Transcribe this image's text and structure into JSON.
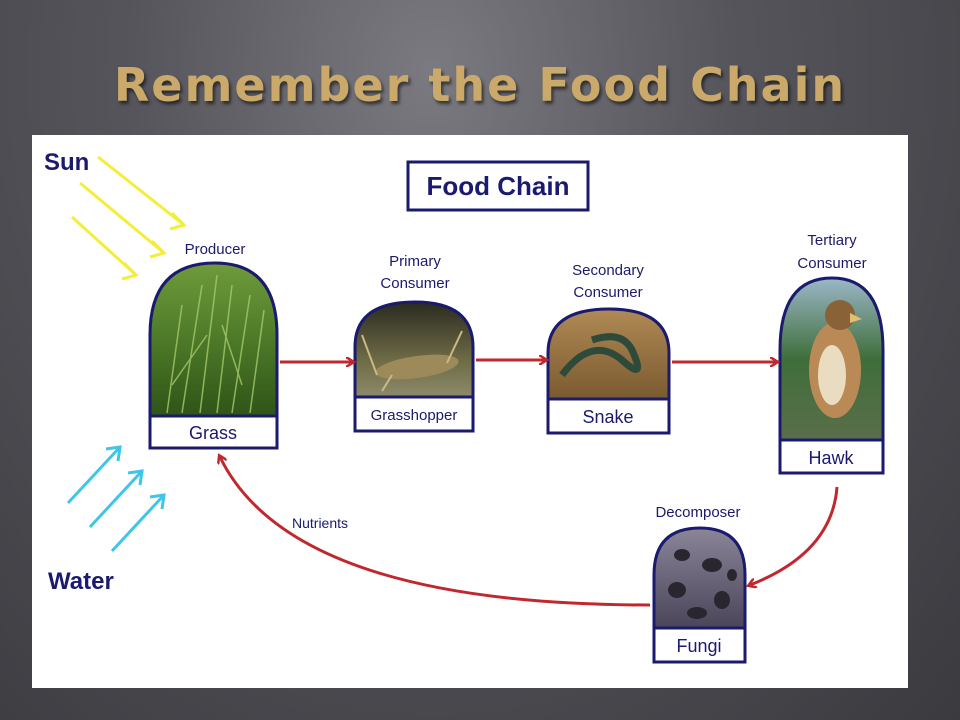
{
  "slide": {
    "title": "Remember the Food Chain"
  },
  "diagram": {
    "heading": "Food Chain",
    "sun_label": "Sun",
    "water_label": "Water",
    "nutrients_label": "Nutrients",
    "nodes": {
      "producer": {
        "role": "Producer",
        "name": "Grass"
      },
      "primary": {
        "role_line1": "Primary",
        "role_line2": "Consumer",
        "name": "Grasshopper"
      },
      "secondary": {
        "role_line1": "Secondary",
        "role_line2": "Consumer",
        "name": "Snake"
      },
      "tertiary": {
        "role_line1": "Tertiary",
        "role_line2": "Consumer",
        "name": "Hawk"
      },
      "decomposer": {
        "role": "Decomposer",
        "name": "Fungi"
      }
    },
    "colors": {
      "arrow": "#c0282e",
      "frame": "#1a1a6e",
      "sun_rays": "#f4ee3a",
      "water_arrows": "#3ec6e8",
      "title": "#caa96a"
    }
  }
}
